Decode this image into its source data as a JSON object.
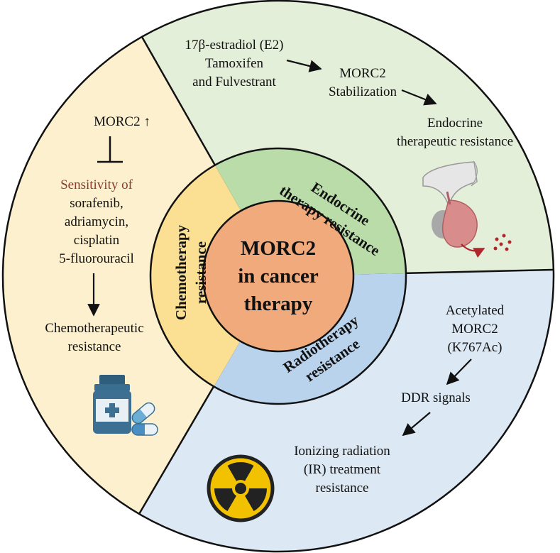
{
  "center": {
    "line1": "MORC2",
    "line2": "in cancer",
    "line3": "therapy"
  },
  "inner_ring": {
    "chemo": {
      "line1": "Chemotherapy",
      "line2": "resistance"
    },
    "endocrine": {
      "line1": "Endocrine",
      "line2": "therapy resistance"
    },
    "radio": {
      "line1": "Radiotherapy",
      "line2": "resistance"
    }
  },
  "chemo_panel": {
    "morc2_up": "MORC2 ↑",
    "sensitivity": "Sensitivity of",
    "drugs": [
      "sorafenib,",
      "adriamycin,",
      "cisplatin",
      "5-fluorouracil"
    ],
    "result": [
      "Chemotherapeutic",
      "resistance"
    ]
  },
  "endocrine_panel": {
    "agents": [
      "17β-estradiol (E2)",
      "Tamoxifen",
      "and Fulvestrant"
    ],
    "stabilization": [
      "MORC2",
      "Stabilization"
    ],
    "result": [
      "Endocrine",
      "therapeutic resistance"
    ]
  },
  "radio_panel": {
    "acetylated": [
      "Acetylated",
      "MORC2",
      "(K767Ac)"
    ],
    "ddr": "DDR signals",
    "result": [
      "Ionizing radiation",
      "(IR) treatment",
      "resistance"
    ]
  },
  "colors": {
    "chemo_outer": "#fdf0cf",
    "chemo_inner": "#fbdf93",
    "endocrine_outer": "#e4efd9",
    "endocrine_inner": "#b9dca9",
    "radio_outer": "#dce8f4",
    "radio_inner": "#b9d3ec",
    "center": "#f0aa7c",
    "sensitivity_text": "#8b3a2b"
  },
  "icons": [
    "medicine-bottle-icon",
    "capsule-icon",
    "uterus-icon",
    "radiation-icon"
  ]
}
